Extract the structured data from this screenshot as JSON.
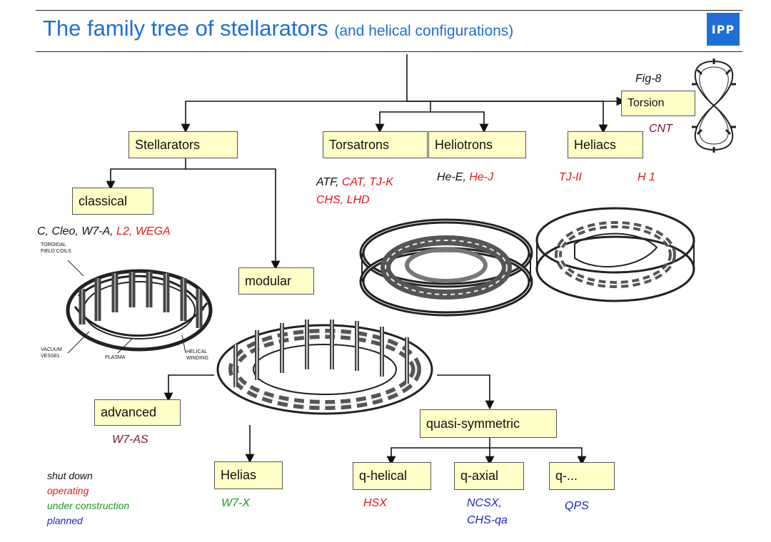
{
  "title": {
    "main": "The family tree of stellarators",
    "sub": "(and helical configurations)"
  },
  "logo": {
    "text": "IPP"
  },
  "boxes": {
    "stellarators": "Stellarators",
    "torsatrons": "Torsatrons",
    "heliotrons": "Heliotrons",
    "heliacs": "Heliacs",
    "torsion": "Torsion",
    "classical": "classical",
    "modular": "modular",
    "advanced": "advanced",
    "quasi_symmetric": "quasi-symmetric",
    "helias": "Helias",
    "q_helical": "q-helical",
    "q_axial": "q-axial",
    "q_other": "q-..."
  },
  "labels": {
    "fig8": "Fig-8",
    "cnt": "CNT",
    "classical_devices": [
      "C, Cleo, W7-A, ",
      "L2, WEGA"
    ],
    "torsatron_devices_1": [
      "ATF, ",
      "CAT, TJ-K"
    ],
    "torsatron_devices_2": "CHS, LHD",
    "heliotron_devices": [
      "He-E, ",
      "He-J"
    ],
    "heliac_devices_1": "TJ-II",
    "heliac_devices_2": "H 1",
    "advanced_devices": "W7-AS",
    "helias_devices": "W7-X",
    "q_helical_devices": "HSX",
    "q_axial_devices_1": "NCSX,",
    "q_axial_devices_2": "CHS-qa",
    "q_other_devices": "QPS"
  },
  "legend": [
    "shut down",
    "operating",
    "under construction",
    "planned"
  ],
  "illustration_labels": {
    "toroidal_field_coils_1": "TOROIDAL",
    "toroidal_field_coils_2": "FIELD COILS",
    "vacuum_1": "VACUUM",
    "vacuum_2": "VESSEL",
    "plasma": "PLASMA",
    "helical_1": "HELICAL",
    "helical_2": "WINDING"
  },
  "colors": {
    "title": "#1f6fd6",
    "box_fill": "#ffffc7",
    "shut_down": "#111111",
    "operating": "#e01818",
    "under_construction": "#1a9a1a",
    "planned": "#2222cc",
    "maroon": "#7a1040"
  }
}
